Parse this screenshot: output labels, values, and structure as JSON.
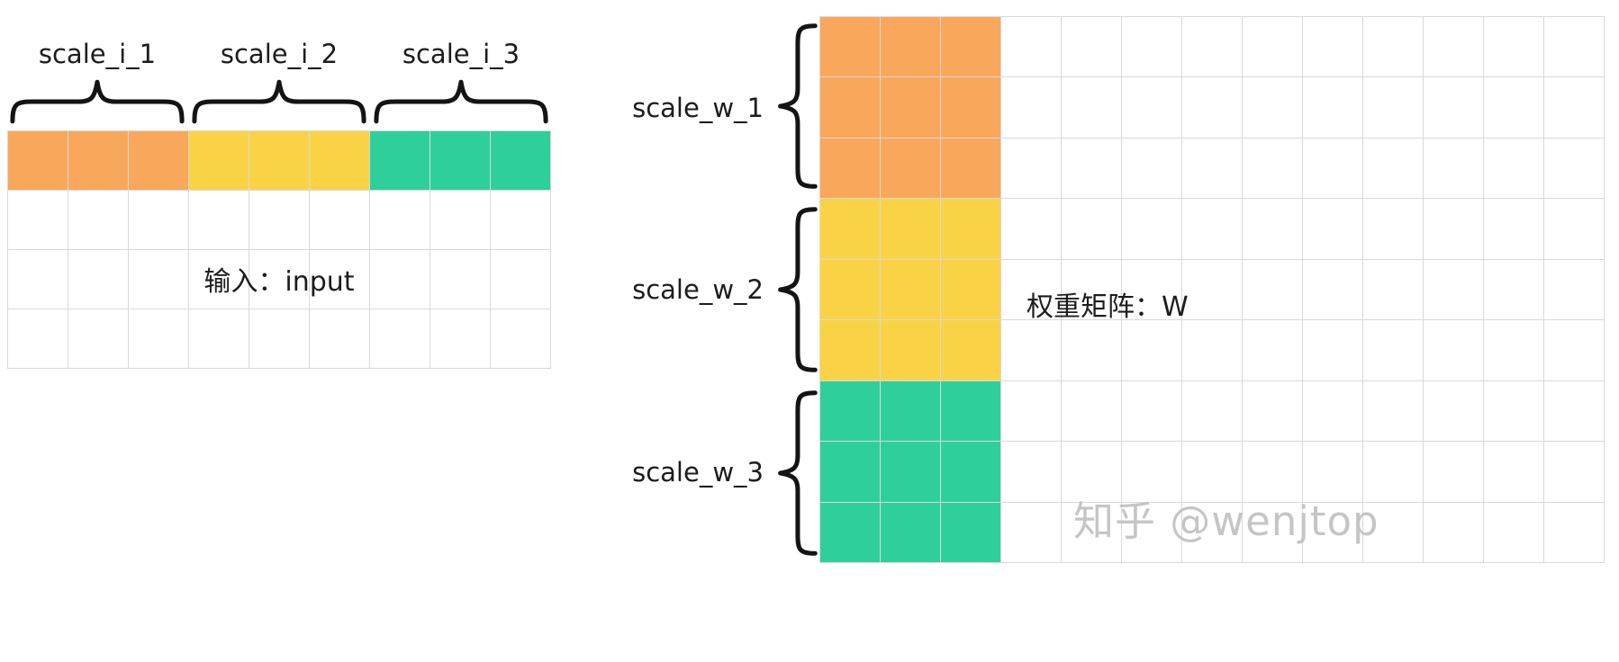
{
  "left": {
    "scale_labels": [
      "scale_i_1",
      "scale_i_2",
      "scale_i_3"
    ],
    "matrix_label": "输入：input",
    "grid": {
      "rows": 4,
      "cols": 9,
      "colored_rows": 1,
      "group_size": 3
    }
  },
  "right": {
    "scale_labels": [
      "scale_w_1",
      "scale_w_2",
      "scale_w_3"
    ],
    "matrix_label": "权重矩阵：W",
    "grid": {
      "rows": 9,
      "cols": 13,
      "colored_cols": 3,
      "group_size": 3
    }
  },
  "group_colors": [
    "#F9A75B",
    "#F9D345",
    "#2FCF9B"
  ],
  "colors": {
    "gridline": "#D9D9D9",
    "brace": "#141414",
    "text": "#1C1C1C",
    "watermark": "#C5C5C5"
  },
  "watermark": "知乎 @wenjtop"
}
